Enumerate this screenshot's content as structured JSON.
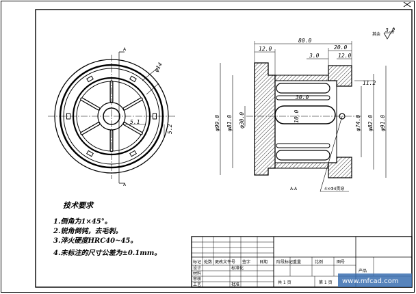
{
  "section_labels": {
    "side_section": "A-A",
    "sec_a_top": "A",
    "sec_a_bottom": "A"
  },
  "roughness": {
    "label": "其余",
    "value": "3.2"
  },
  "dims": {
    "overall_length": "80.0",
    "flange_width": "12.0",
    "right_step_a": "20.0",
    "right_step_b": "12.0",
    "inner_step": "3.0",
    "wall_thickness": "11.2",
    "slot_length": "30.0",
    "slot_width": "10.0",
    "dia_outer_left": "φ99.0",
    "dia_bore_left": "φ81.0",
    "dia_inner": "φ30.0",
    "dia_right_1": "φ74.0",
    "dia_right_2": "φ82.0",
    "dia_right_3": "φ91.0",
    "front_dia": "φ14",
    "front_a": "5.1",
    "front_b": "5.2",
    "hole_callout": "4×Φ4贯穿"
  },
  "tech_notes": {
    "heading": "技术要求",
    "items": [
      "1.倒角为1×45°。",
      "2.锐角倒钝，去毛刺。",
      "3.淬火硬度HRC40~45。",
      "4.未标注的尺寸公差为±0.1mm。"
    ]
  },
  "title_block": {
    "col_labels": [
      "标记",
      "处数",
      "更改文件号",
      "签字",
      "日期"
    ],
    "rows": [
      "设计",
      "审核",
      "工艺"
    ],
    "std_label": "标准化",
    "approve_label": "批准",
    "material_label": "材料",
    "weight_label": "重量",
    "scale_label": "比例",
    "drawing_no_label": "图号",
    "stage_label": "阶段标记",
    "product_label": "产品",
    "sheet_total": "共 1 页",
    "sheet_num": "第 1 页"
  },
  "watermark": "www.mfcad.com"
}
